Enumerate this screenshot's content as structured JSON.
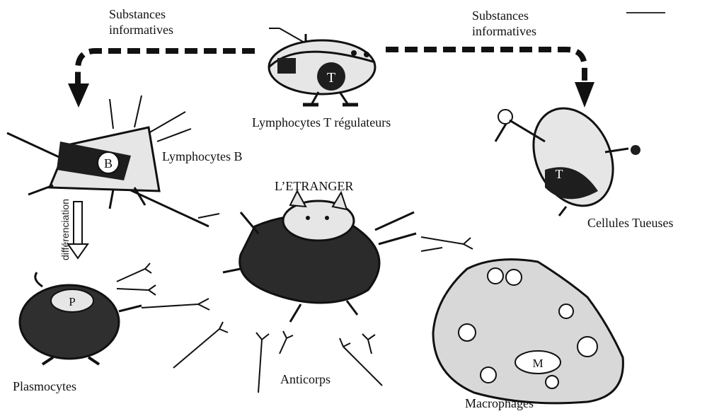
{
  "labels": {
    "substances_left_1": "Substances",
    "substances_left_2": "informatives",
    "substances_right_1": "Substances",
    "substances_right_2": "informatives",
    "regulateurs": "Lymphocytes T régulateurs",
    "lympho_b": "Lymphocytes B",
    "etranger": "L’ETRANGER",
    "tueuses": "Cellules Tueuses",
    "differenciation": "différenciation",
    "plasmocytes": "Plasmocytes",
    "anticorps": "Anticorps",
    "macrophages": "Macrophages"
  },
  "badges": {
    "t_regulator": "T",
    "b_cell": "B",
    "killer": "T",
    "plasmocyte": "P",
    "macrophage": "M"
  },
  "colors": {
    "ink": "#111111",
    "cell_fill": "#e9e9e9",
    "dark_fill": "#1e1e1e",
    "paper": "#ffffff"
  }
}
